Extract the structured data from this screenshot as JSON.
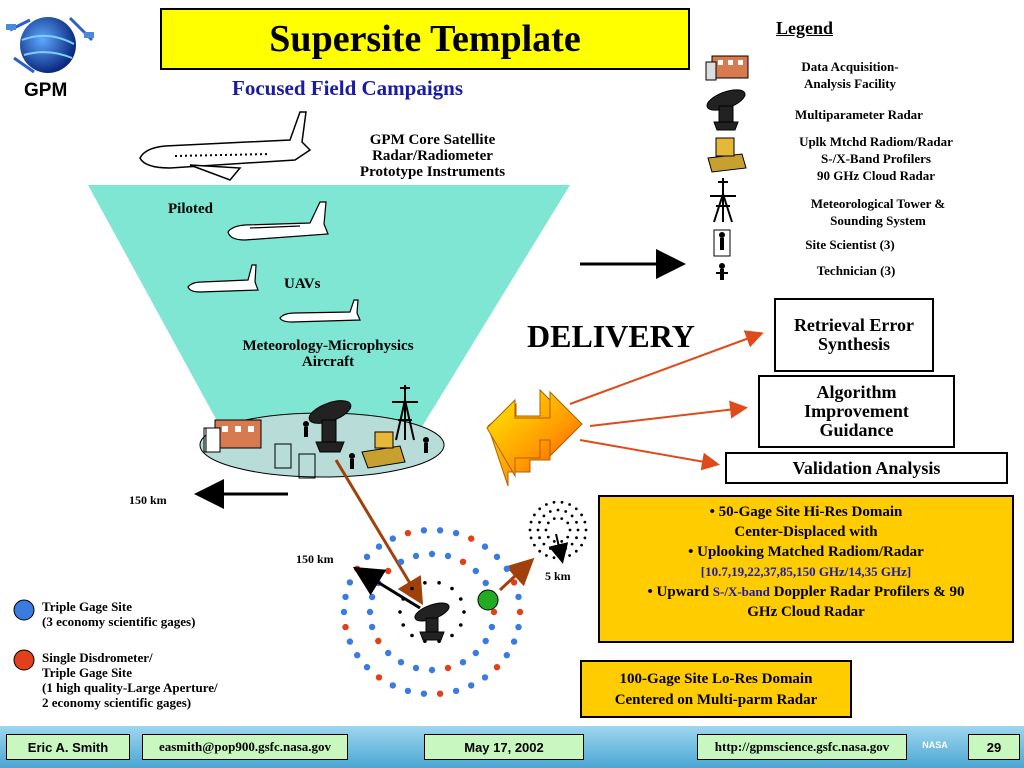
{
  "title": "Supersite Template",
  "subtitle": "Focused Field Campaigns",
  "logo_text": "GPM",
  "legend": {
    "title": "Legend",
    "items": [
      "Data Acquisition-\nAnalysis Facility",
      "Multiparameter Radar",
      "Uplk Mtchd Radiom/Radar\nS-/X-Band Profilers\n90 GHz Cloud Radar",
      "Meteorological Tower &\nSounding System",
      "Site Scientist (3)",
      "Technician (3)"
    ]
  },
  "funnel": {
    "core_satellite": "GPM Core Satellite\nRadar/Radiometer\nPrototype Instruments",
    "piloted": "Piloted",
    "uavs": "UAVs",
    "aircraft": "Meteorology-Microphysics\nAircraft"
  },
  "delivery": "DELIVERY",
  "outputs": {
    "retrieval": "Retrieval Error\nSynthesis",
    "algorithm": "Algorithm\nImprovement\nGuidance",
    "validation": "Validation Analysis"
  },
  "hires_box": {
    "line1": "• 50-Gage Site Hi-Res Domain",
    "line2": "Center-Displaced with",
    "line3": "• Uplooking Matched Radiom/Radar",
    "line4": "[10.7,19,22,37,85,150 GHz/14,35 GHz]",
    "line5_a": "• Upward ",
    "line5_b": "S-/X-band",
    "line5_c": " Doppler Radar Profilers & 90",
    "line6": "GHz Cloud Radar"
  },
  "lores_box": "100-Gage Site Lo-Res Domain\nCentered on Multi-parm Radar",
  "scales": {
    "km150_top": "150 km",
    "km150_mid": "150 km",
    "km5": "5 km"
  },
  "key": {
    "triple": "Triple Gage Site\n(3 economy scientific gages)",
    "single": "Single Disdrometer/\nTriple Gage Site\n(1 high quality-Large Aperture/\n2 economy scientific gages)"
  },
  "footer": {
    "author": "Eric A. Smith",
    "email": "easmith@pop900.gsfc.nasa.gov",
    "date": "May 17, 2002",
    "url": "http://gpmscience.gsfc.nasa.gov",
    "nasa": "NASA",
    "page": "29"
  },
  "colors": {
    "title_bg": "#ffff00",
    "funnel": "#7ee6d2",
    "box_yellow": "#ffcc00",
    "gage_blue": "#3a7be0",
    "gage_red": "#e0401a",
    "arrow_red": "#e04a1a",
    "arrow_brown": "#a0400a"
  }
}
